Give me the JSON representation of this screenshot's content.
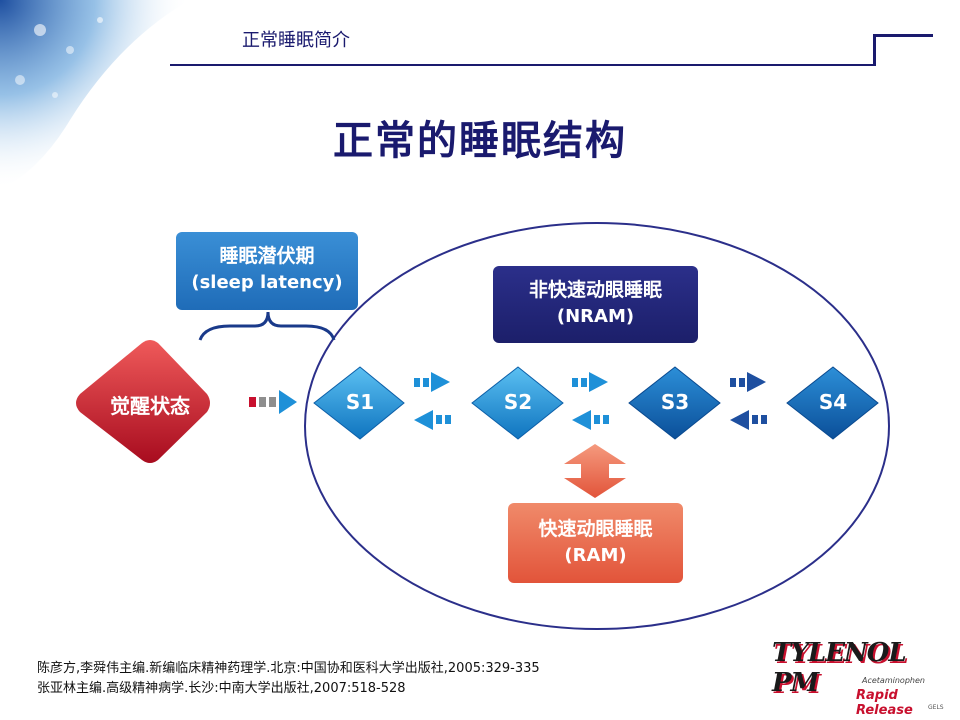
{
  "header": {
    "section_title": "正常睡眠简介"
  },
  "title": "正常的睡眠结构",
  "diagram": {
    "latency": {
      "line1": "睡眠潜伏期",
      "line2": "(sleep latency)"
    },
    "awake": "觉醒状态",
    "stages": [
      "S1",
      "S2",
      "S3",
      "S4"
    ],
    "nram": {
      "line1": "非快速动眼睡眠",
      "line2": "(NRAM)"
    },
    "ram": {
      "line1": "快速动眼睡眠",
      "line2": "(RAM)"
    }
  },
  "colors": {
    "navy": "#1a1a6e",
    "stage_blue": "#1e90d8",
    "awake_red": "#c8102e",
    "ram_orange": "#e8603f"
  },
  "references": [
    "陈彦方,李舜伟主编.新编临床精神药理学.北京:中国协和医科大学出版社,2005:329-335",
    "张亚林主编.高级精神病学.长沙:中南大学出版社,2007:518-528"
  ],
  "logo": {
    "brand": "TYLENOL PM",
    "sub": "Acetaminophen",
    "release": "Rapid Release",
    "gels": "GELS"
  }
}
